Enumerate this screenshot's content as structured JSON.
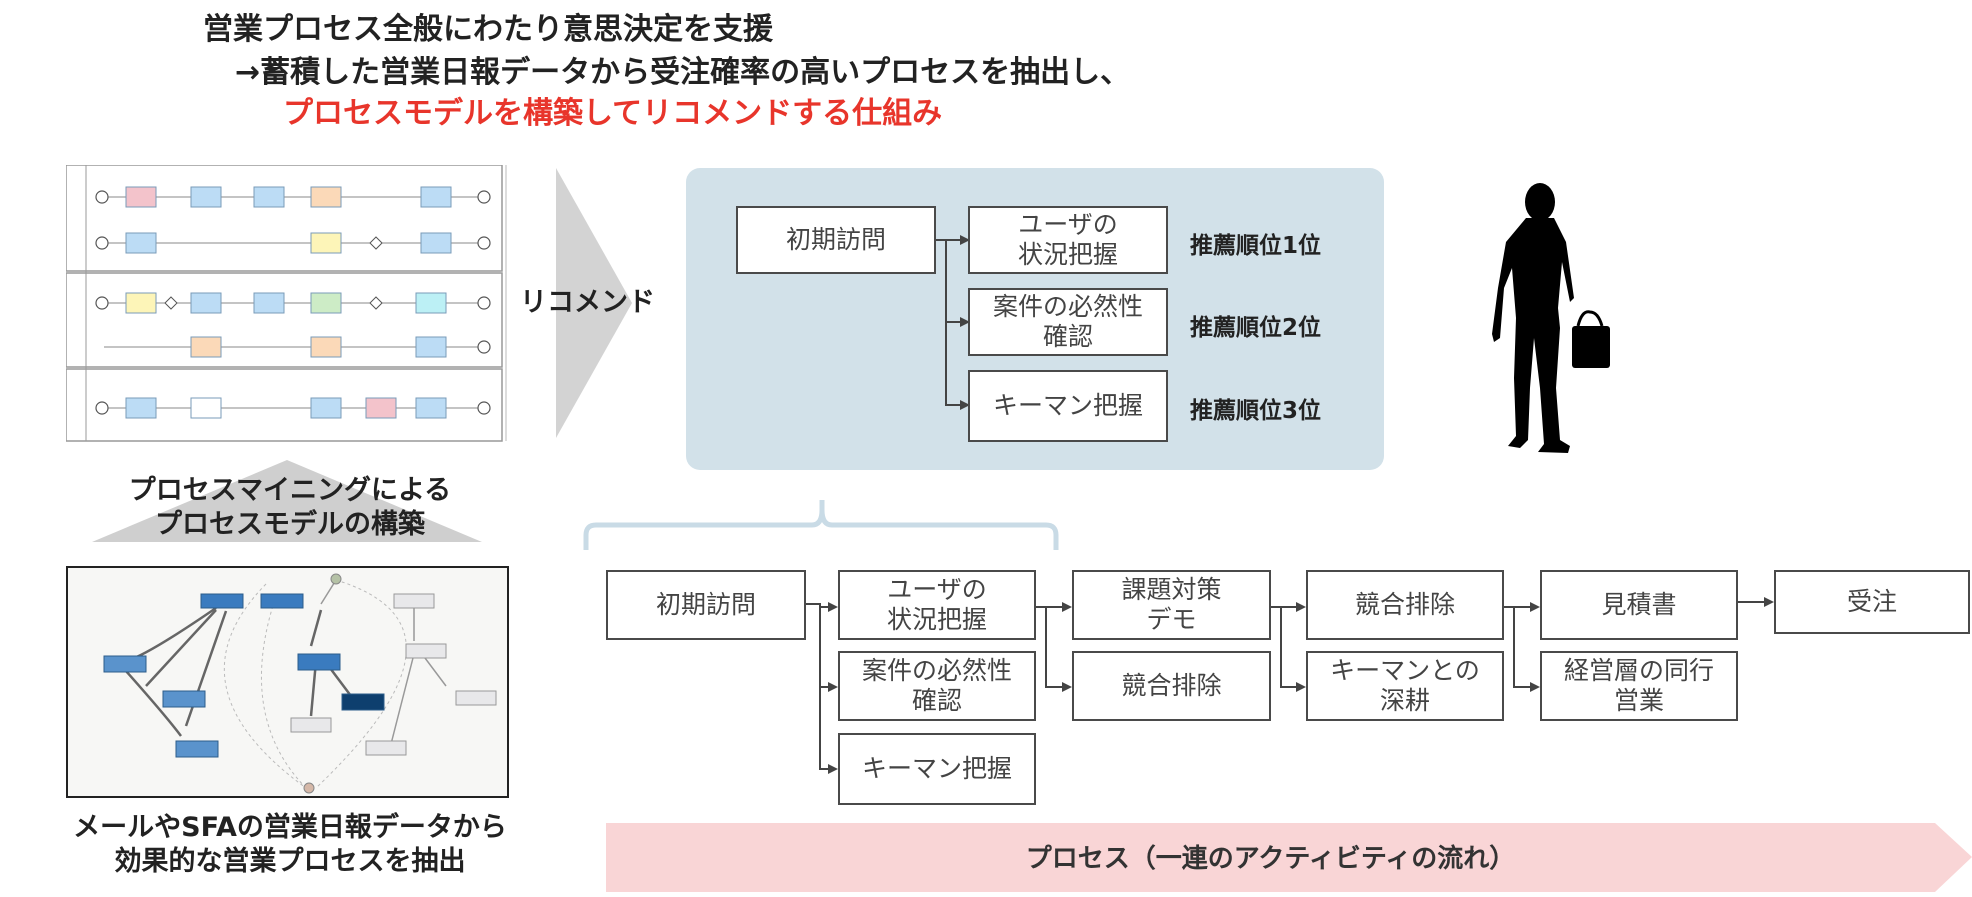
{
  "header": {
    "line1": "営業プロセス全般にわたり意思決定を支援",
    "line2": "→蓄積した営業日報データから受注確率の高いプロセスを抽出し、",
    "line3": "プロセスモデルを構築してリコメンドする仕組み"
  },
  "colors": {
    "accent_red": "#e8352b",
    "recommend_panel": "#d2e1e9",
    "flow_arrow": "#f9d5d6",
    "mining_triangle": "#cfcfcf"
  },
  "recommend": {
    "label": "リコメンド",
    "start": "初期訪問",
    "items": [
      {
        "activity": "ユーザの\n状況把握",
        "rank": "推薦順位1位"
      },
      {
        "activity": "案件の必然性\n確認",
        "rank": "推薦順位2位"
      },
      {
        "activity": "キーマン把握",
        "rank": "推薦順位3位"
      }
    ]
  },
  "mining": {
    "caption": "プロセスマイニングによる\nプロセスモデルの構築",
    "source_caption": "メールやSFAの営業日報データから\n効果的な営業プロセスを抽出"
  },
  "process": {
    "boxes": {
      "start": "初期訪問",
      "user": "ユーザの\n状況把握",
      "necessity": "案件の必然性\n確認",
      "keyman": "キーマン把握",
      "demo": "課題対策\nデモ",
      "competitor1": "競合排除",
      "competitor2": "競合排除",
      "keyman_deep": "キーマンとの\n深耕",
      "estimate": "見積書",
      "exec_visit": "経営層の同行\n営業",
      "order": "受注"
    },
    "arrow_label": "プロセス（一連のアクティビティの流れ）"
  },
  "icons": {
    "person": "businessman-silhouette-icon",
    "bpmn": "bpmn-diagram-thumbnail",
    "graph": "process-mining-graph-thumbnail"
  }
}
